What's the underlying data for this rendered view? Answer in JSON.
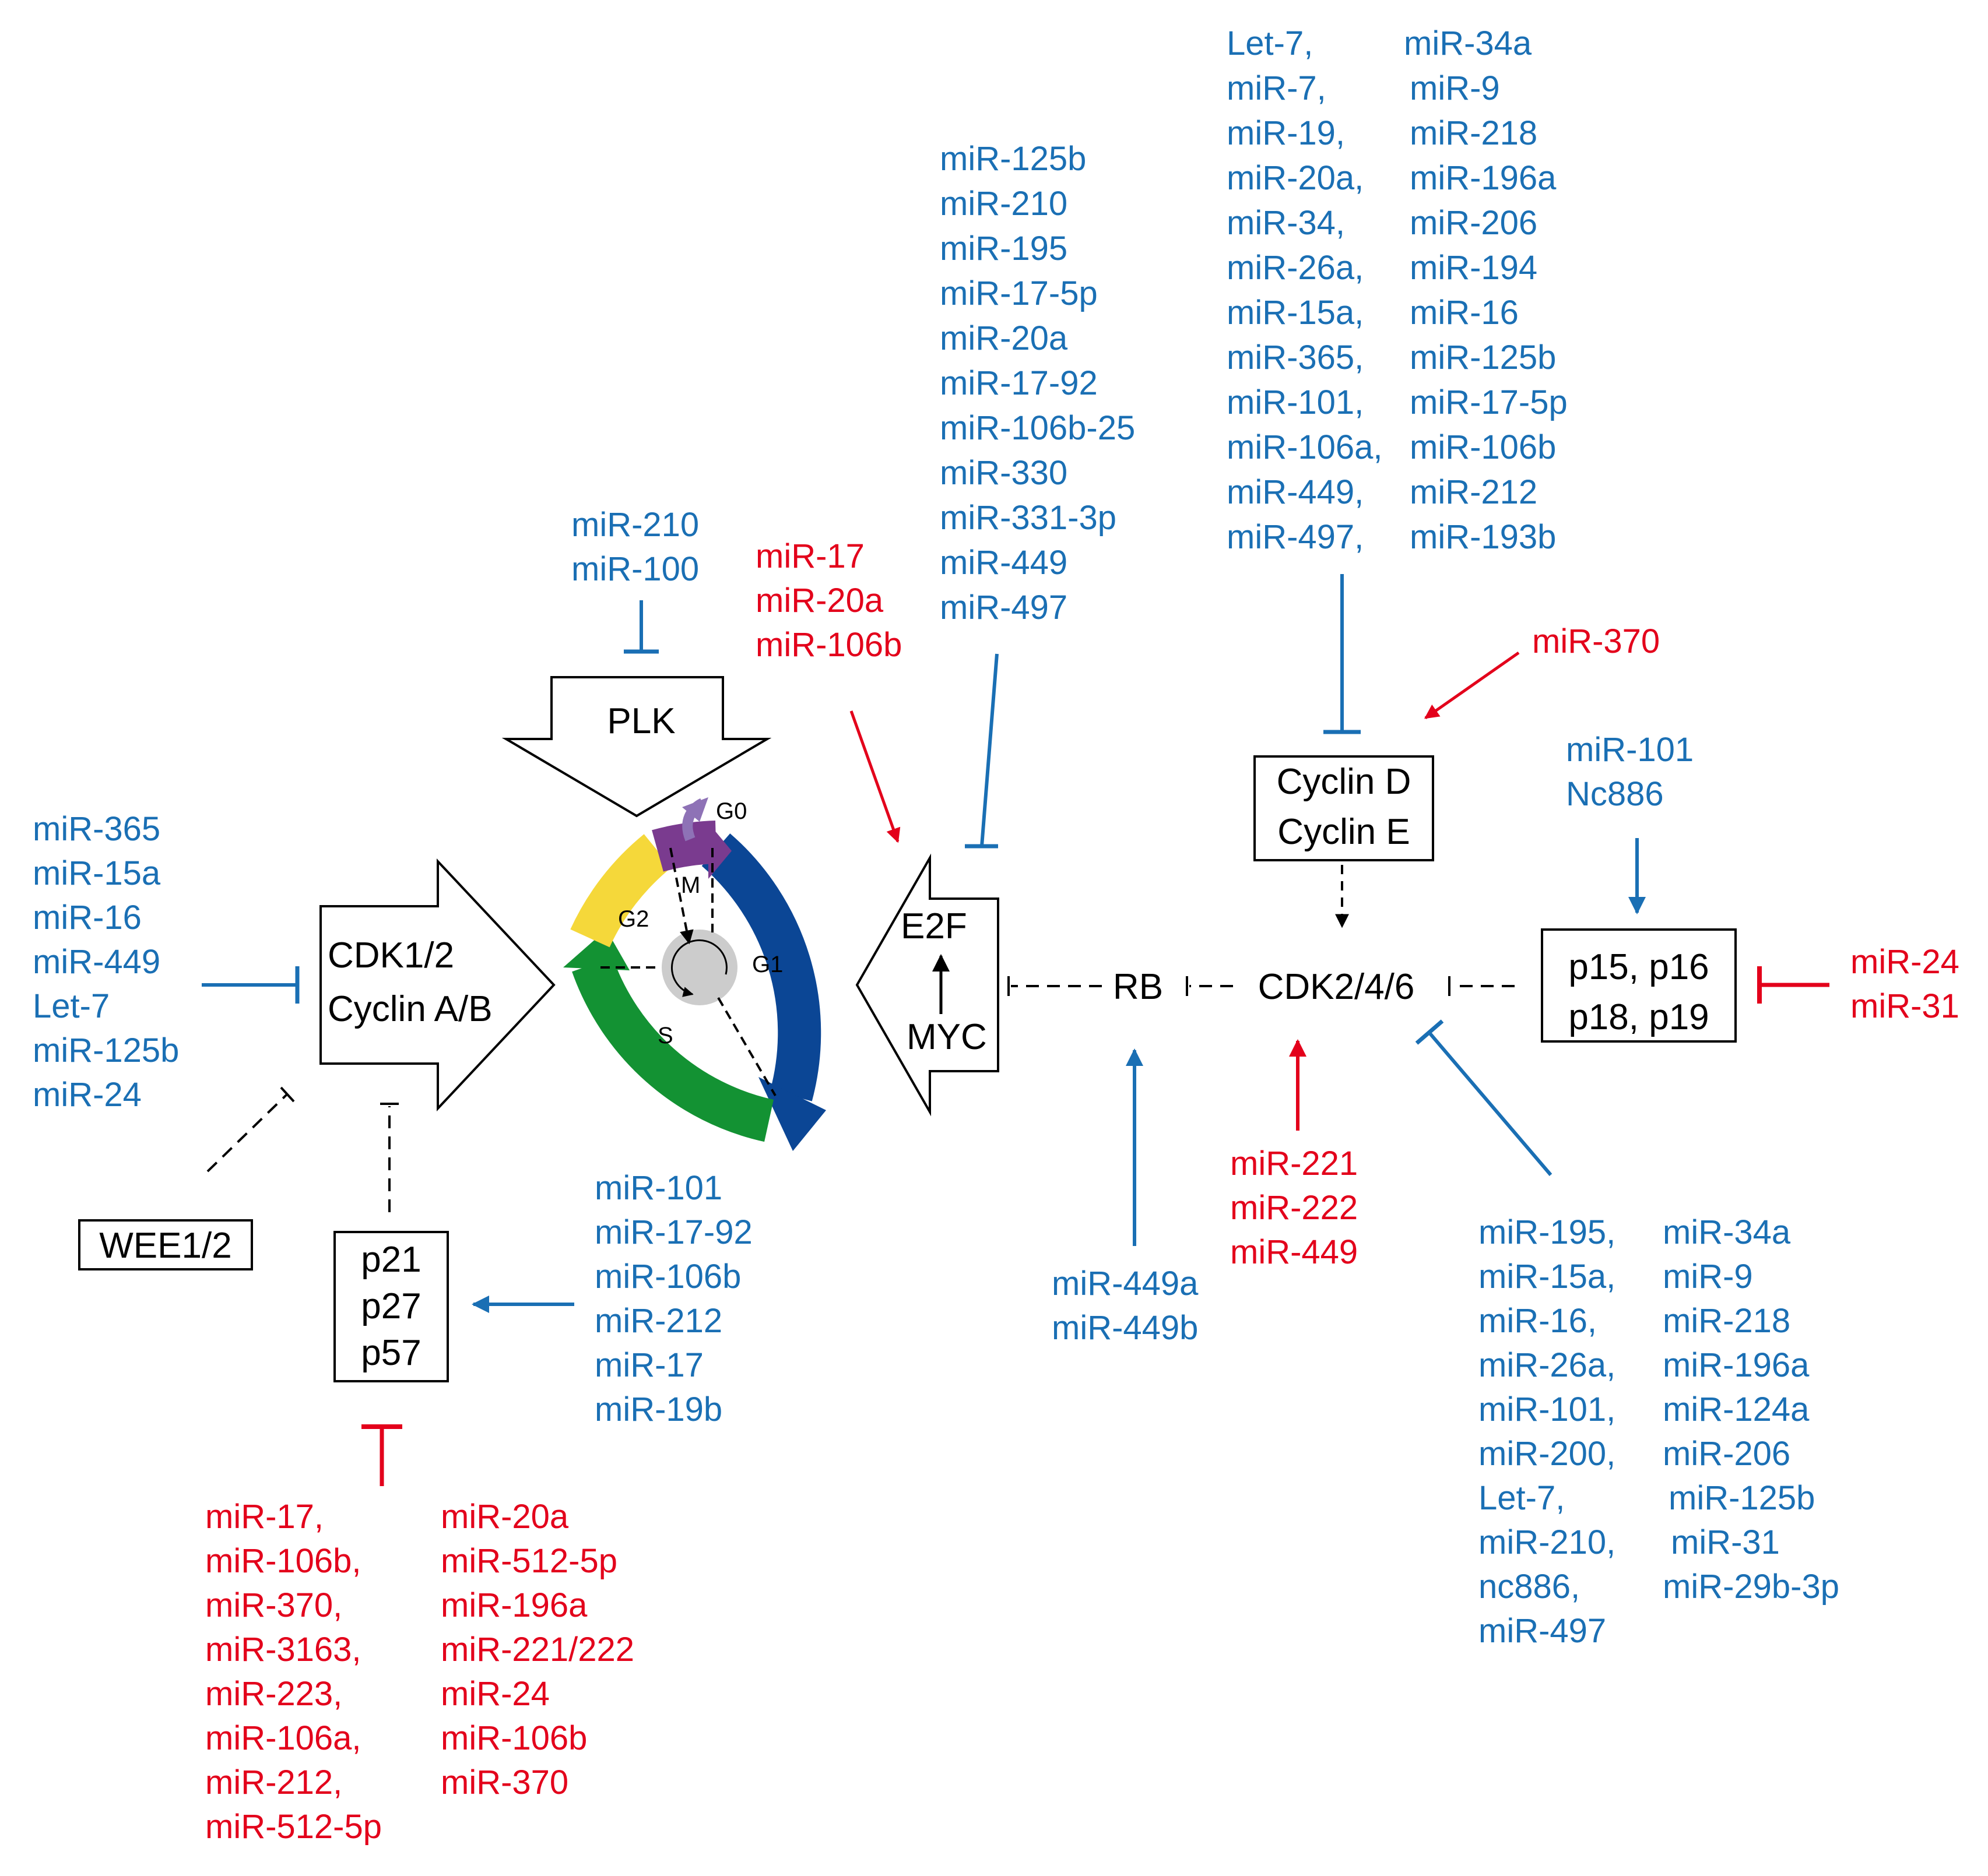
{
  "colors": {
    "inhibitor_blue": "#1a6fb4",
    "activator_red": "#e3001b",
    "phase_g1": "#0b4695",
    "phase_s": "#139233",
    "phase_g2": "#f5d83a",
    "phase_m": "#7a3b8f",
    "g0_arrow": "#8e72b6",
    "center": "#cccccc"
  },
  "nodes": {
    "plk": "PLK",
    "cdk12_line1": "CDK1/2",
    "cdk12_line2": "Cyclin A/B",
    "e2f": "E2F",
    "myc": "MYC",
    "rb": "RB",
    "cdk246": "CDK2/4/6",
    "cyclin_d": "Cyclin D",
    "cyclin_e": "Cyclin E",
    "p15_line1": "p15, p16",
    "p15_line2": "p18, p19",
    "wee": "WEE1/2",
    "p21": "p21",
    "p27": "p27",
    "p57": "p57"
  },
  "cycle": {
    "phases": {
      "g0": "G0",
      "g1": "G1",
      "s": "S",
      "g2": "G2",
      "m": "M"
    }
  },
  "mirna_groups": {
    "plk_inhibitors": [
      "miR-210",
      "miR-100"
    ],
    "e2f_activators": [
      "miR-17",
      "miR-20a",
      "miR-106b"
    ],
    "e2f_inhibitors": [
      "miR-125b",
      "miR-210",
      "miR-195",
      "miR-17-5p",
      "miR-20a",
      "miR-17-92",
      "miR-106b-25",
      "miR-330",
      "miR-331-3p",
      "miR-449",
      "miR-497"
    ],
    "cyclin_inhibitors_col1": [
      "Let-7,",
      "miR-7,",
      "miR-19,",
      "miR-20a,",
      "miR-34,",
      "miR-26a,",
      "miR-15a,",
      "miR-365,",
      "miR-101,",
      "miR-106a,",
      "miR-449,",
      "miR-497,"
    ],
    "cyclin_inhibitors_col2": [
      "miR-34a",
      "miR-9",
      "miR-218",
      "miR-196a",
      "miR-206",
      "miR-194",
      "miR-16",
      "miR-125b",
      "miR-17-5p",
      "miR-106b",
      "miR-212",
      "miR-193b"
    ],
    "cyclin_activator": [
      "miR-370"
    ],
    "p15_activators": [
      "miR-101",
      "Nc886"
    ],
    "p15_inhibitors": [
      "miR-24",
      "miR-31"
    ],
    "cdk12_inhibitors": [
      "miR-365",
      "miR-15a",
      "miR-16",
      "miR-449",
      "Let-7",
      "miR-125b",
      "miR-24"
    ],
    "p21_activators": [
      "miR-101",
      "miR-17-92",
      "miR-106b",
      "miR-212",
      "miR-17",
      "miR-19b"
    ],
    "p21_inhibitors_col1": [
      "miR-17,",
      "miR-106b,",
      "miR-370,",
      "miR-3163,",
      "miR-223,",
      "miR-106a,",
      "miR-212,",
      "miR-512-5p"
    ],
    "p21_inhibitors_col2": [
      "miR-20a",
      "miR-512-5p",
      "miR-196a",
      "miR-221/222",
      "miR-24",
      "miR-106b",
      "miR-370"
    ],
    "rb_activators": [
      "miR-449a",
      "miR-449b"
    ],
    "cdk246_activators": [
      "miR-221",
      "miR-222",
      "miR-449"
    ],
    "cdk246_inhibitors_col1": [
      "miR-195,",
      "miR-15a,",
      "miR-16,",
      "miR-26a,",
      "miR-101,",
      "miR-200,",
      "Let-7,",
      "miR-210,",
      "nc886,",
      "miR-497"
    ],
    "cdk246_inhibitors_col2": [
      "miR-34a",
      "miR-9",
      "miR-218",
      "miR-196a",
      "miR-124a",
      "miR-206",
      "miR-125b",
      "miR-31",
      "miR-29b-3p"
    ]
  }
}
